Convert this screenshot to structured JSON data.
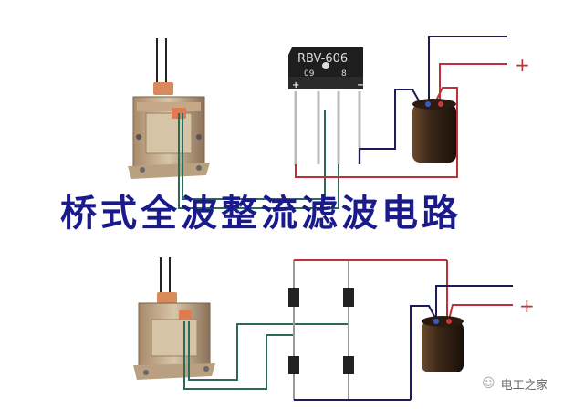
{
  "title": "桥式全波整流滤波电路",
  "top_circuit": {
    "bridge_rectifier": {
      "model": "RBV-606",
      "code_left": "09",
      "code_right": "8",
      "pin_plus": "+",
      "pin_minus": "−"
    },
    "output_plus_label": "+"
  },
  "bottom_circuit": {
    "output_plus_label": "+"
  },
  "watermark": {
    "icon": "wechat-icon",
    "text": "电工之家"
  },
  "colors": {
    "title": "#1a1a8c",
    "positive_wire": "#c0303a",
    "negative_wire": "#1c1c5a",
    "ac_wire": "#2e6a5a",
    "plus_sign": "#c0303a"
  }
}
